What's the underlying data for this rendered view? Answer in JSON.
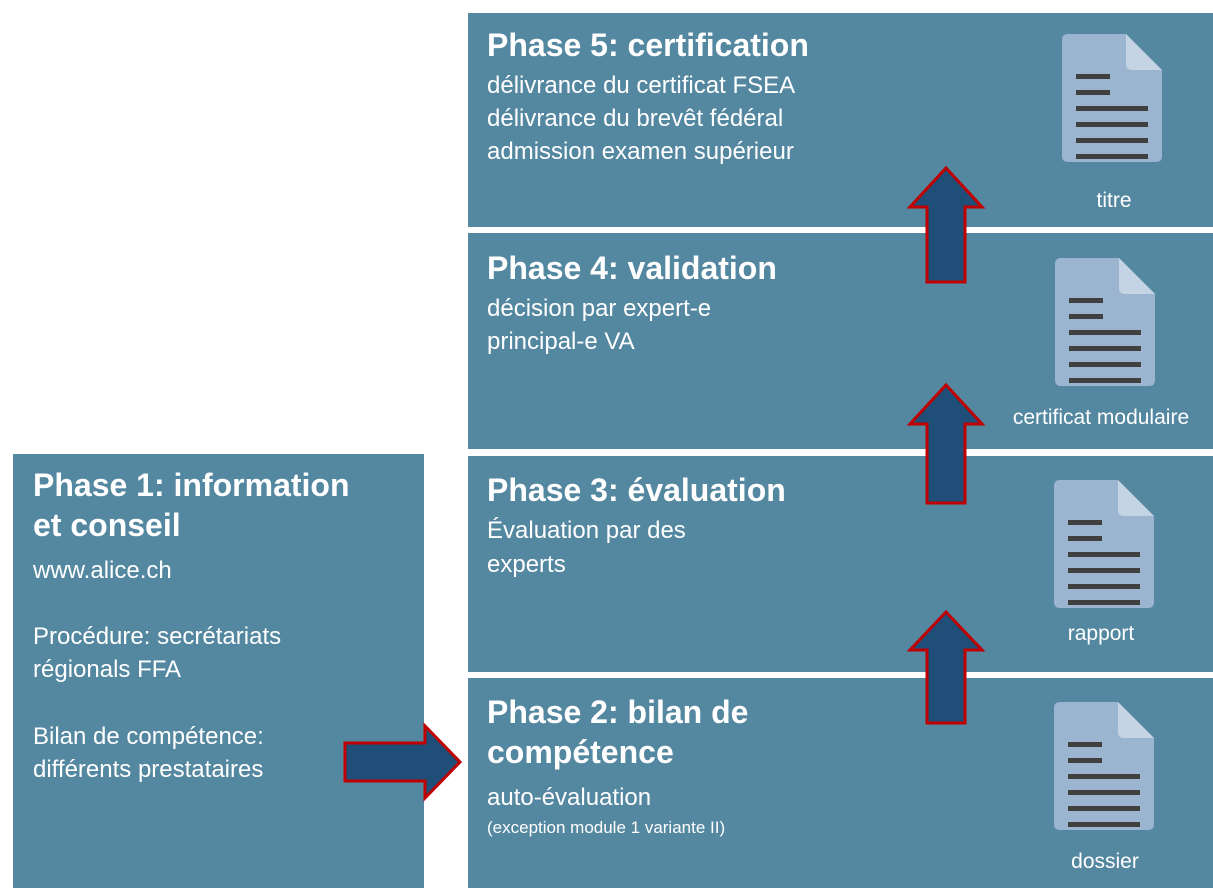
{
  "phase1": {
    "title_line1": "Phase 1: information",
    "title_line2": "et conseil",
    "link": "www.alice.ch",
    "procedure_line1": "Procédure: secrétariats",
    "procedure_line2": "régionals FFA",
    "bilan_line1": "Bilan de compétence:",
    "bilan_line2": "différents prestataires"
  },
  "phase2": {
    "title_line1": "Phase 2: bilan de",
    "title_line2": "compétence",
    "desc_line1": "auto-évaluation",
    "note": "(exception module 1 variante II)",
    "doc_label": "dossier"
  },
  "phase3": {
    "title": "Phase 3: évaluation",
    "desc_line1": "Évaluation par des",
    "desc_line2": "experts",
    "doc_label": "rapport"
  },
  "phase4": {
    "title": "Phase 4: validation",
    "desc_line1": "décision par expert-e",
    "desc_line2": "principal-e VA",
    "doc_label": "certificat modulaire"
  },
  "phase5": {
    "title": "Phase 5: certification",
    "desc_line1": "délivrance du certificat FSEA",
    "desc_line2": "délivrance du brevêt fédéral",
    "desc_line3": "admission examen supérieur",
    "doc_label": "titre"
  },
  "colors": {
    "box": "#5487a0",
    "arrow_fill": "#1f4e79",
    "arrow_stroke": "#c00000",
    "doc_fill": "#9bb4cf",
    "doc_lines": "#404040"
  }
}
